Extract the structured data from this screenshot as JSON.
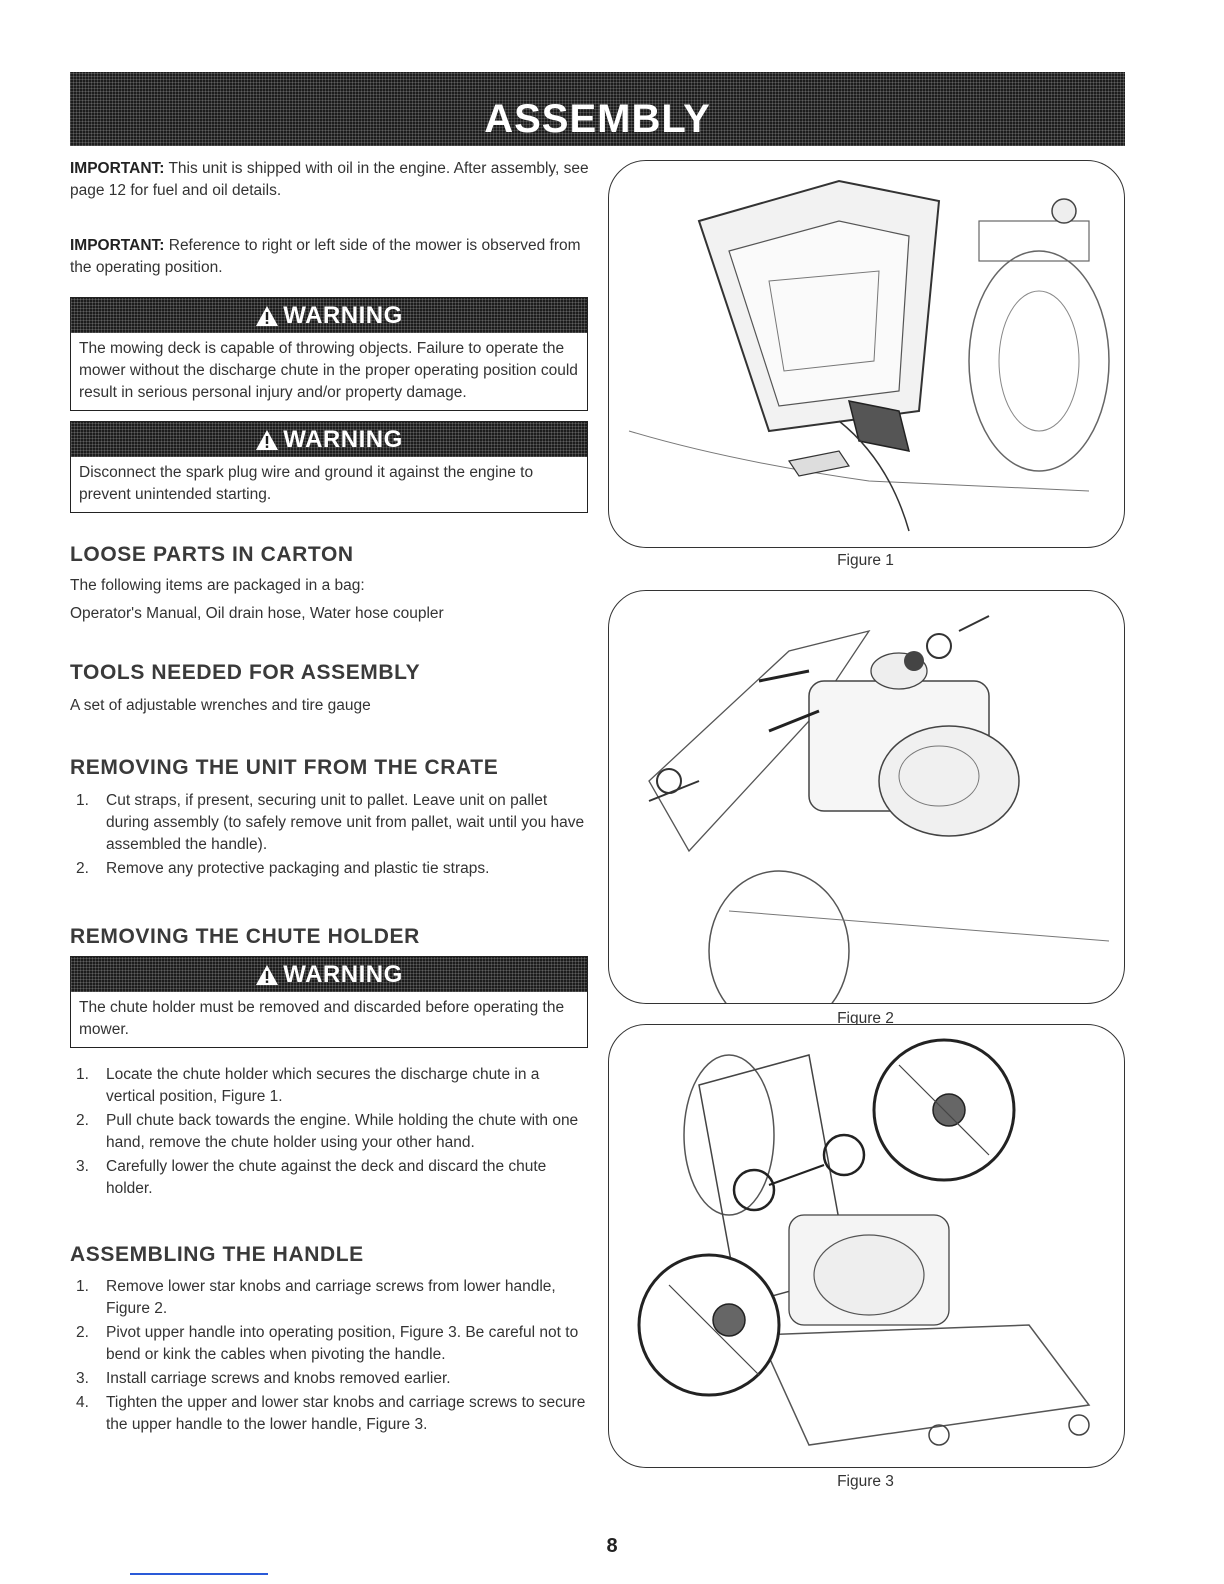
{
  "header": {
    "title": "ASSEMBLY"
  },
  "important1": {
    "label": "IMPORTANT:",
    "text": " This unit is shipped with oil in the engine. After assembly, see page 12 for fuel and oil details."
  },
  "important2": {
    "label": "IMPORTANT:",
    "text": " Reference to right or left side of the mower is observed from the operating position."
  },
  "warnings": [
    {
      "title": "WARNING",
      "text": "The mowing deck is capable of throwing objects. Failure to operate the mower without the discharge chute in the proper operating position could result in serious personal injury and/or property damage."
    },
    {
      "title": "WARNING",
      "text": "Disconnect the spark plug wire and ground it against the engine to prevent unintended starting."
    },
    {
      "title": "WARNING",
      "text": "The chute holder must be removed and discarded before operating the mower."
    }
  ],
  "sections": {
    "loose_parts": {
      "title": "LOOSE PARTS IN CARTON",
      "line1": "The following items are packaged in a bag:",
      "line2": "Operator's Manual, Oil drain hose, Water hose coupler"
    },
    "tools": {
      "title": "TOOLS NEEDED FOR ASSEMBLY",
      "line1": "A set of adjustable wrenches and tire gauge"
    },
    "crate": {
      "title": "REMOVING THE UNIT FROM THE CRATE",
      "steps": [
        {
          "n": "1.",
          "text": "Cut straps, if present, securing unit to pallet. Leave unit on pallet during assembly (to safely remove unit from pallet, wait until you have assembled the handle)."
        },
        {
          "n": "2.",
          "text": "Remove any protective packaging and plastic tie straps."
        }
      ]
    },
    "chute": {
      "title": "REMOVING THE CHUTE HOLDER",
      "steps": [
        {
          "n": "1.",
          "text": "Locate the chute holder which secures the discharge chute in a vertical position, Figure 1."
        },
        {
          "n": "2.",
          "text": "Pull chute back towards the engine. While holding the chute with one hand, remove the chute holder using your other hand."
        },
        {
          "n": "3.",
          "text": "Carefully lower the chute against the deck and discard the chute holder."
        }
      ]
    },
    "handle": {
      "title": "ASSEMBLING THE HANDLE",
      "steps": [
        {
          "n": "1.",
          "text": "Remove lower star knobs and carriage screws from lower handle, Figure 2."
        },
        {
          "n": "2.",
          "text": "Pivot upper handle into operating position, Figure 3. Be careful not to bend or kink the cables when pivoting the handle."
        },
        {
          "n": "3.",
          "text": "Install carriage screws and knobs removed earlier."
        },
        {
          "n": "4.",
          "text": "Tighten the upper and lower star knobs and carriage screws to secure the upper handle to the lower handle, Figure 3."
        }
      ]
    }
  },
  "figures": [
    {
      "caption": "Figure 1"
    },
    {
      "caption": "Figure 2"
    },
    {
      "caption": "Figure 3"
    }
  ],
  "page_number": "8"
}
